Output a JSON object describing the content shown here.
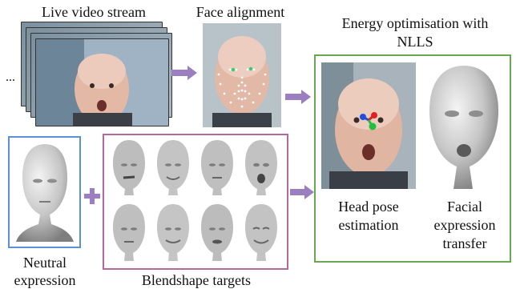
{
  "labels": {
    "live_video": "Live video stream",
    "face_alignment": "Face alignment",
    "energy_title_line1": "Energy optimisation with",
    "energy_title_line2": "NLLS",
    "ellipsis": "...",
    "head_pose_line1": "Head pose",
    "head_pose_line2": "estimation",
    "facial_line1": "Facial",
    "facial_line2": "expression",
    "facial_line3": "transfer",
    "neutral_line1": "Neutral",
    "neutral_line2": "expression",
    "blendshape": "Blendshape targets",
    "plus": "+"
  },
  "colors": {
    "arrow": "#9b7fc0",
    "neutral_border": "#5b8fd6",
    "blendshape_border": "#b4689a",
    "nlls_border": "#6aa84f"
  }
}
